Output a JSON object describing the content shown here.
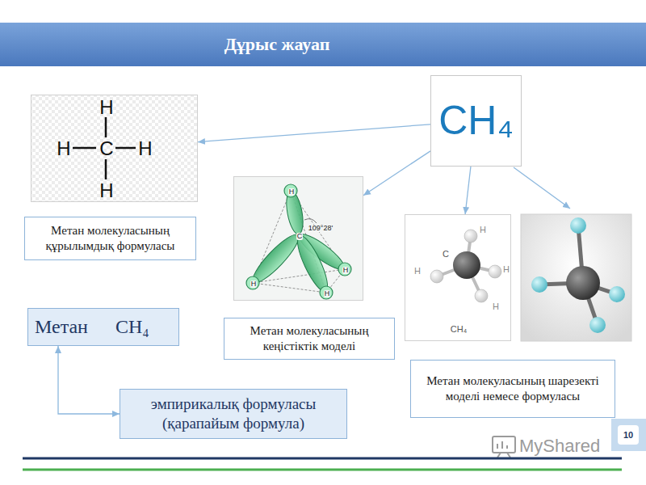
{
  "diagram": {
    "title": "Дұрыс жауап",
    "nodes": [
      {
        "text": [
          "CH₄"
        ]
      },
      {
        "text": [
          "H",
          "H",
          "C",
          "H",
          "H"
        ]
      },
      {
        "text": [
          "H",
          "109°28'",
          "C",
          "H",
          "H",
          "H"
        ]
      },
      {
        "text": [
          "H",
          "C",
          "H",
          "H",
          "H",
          "CH₄"
        ]
      },
      {
        "text": [
          "Метан молекуласының құрылымдық формуласы"
        ]
      },
      {
        "text": [
          "Метан",
          "CH₄"
        ]
      },
      {
        "text": [
          "Метан молекуласының кеңістіктік моделі"
        ]
      },
      {
        "text": [
          "Метан молекуласының шарезекті моделі немесе формуласы"
        ]
      },
      {
        "text": [
          "эмпирикалық формуласы (қарапайым формула)"
        ]
      }
    ],
    "edges": [
      {
        "from": 0,
        "to": 1,
        "arrow": "to"
      },
      {
        "from": 0,
        "to": 2,
        "arrow": "to"
      },
      {
        "from": 0,
        "to": 3,
        "arrow": "to"
      },
      {
        "from": 5,
        "to": 8,
        "arrow": "both"
      }
    ],
    "labels": [
      "10",
      "MyShared"
    ]
  }
}
